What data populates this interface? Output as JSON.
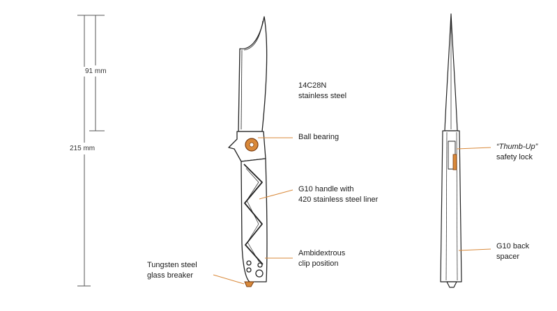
{
  "dimensions": {
    "blade_length": "91 mm",
    "overall_length": "215 mm"
  },
  "callouts": {
    "steel": {
      "line1": "14C28N",
      "line2": "stainless steel"
    },
    "bearing": {
      "line1": "Ball bearing"
    },
    "handle": {
      "line1": "G10 handle with",
      "line2": "420 stainless steel  liner"
    },
    "clip": {
      "line1": "Ambidextrous",
      "line2": "clip position"
    },
    "breaker": {
      "line1": "Tungsten steel",
      "line2": "glass breaker"
    },
    "lock": {
      "line1": "“Thumb-Up”",
      "line2": "safety lock"
    },
    "spacer": {
      "line1": "G10 back",
      "line2": "spacer"
    }
  },
  "colors": {
    "accent": "#d9893a",
    "line": "#222222",
    "dim_line": "#555555"
  }
}
